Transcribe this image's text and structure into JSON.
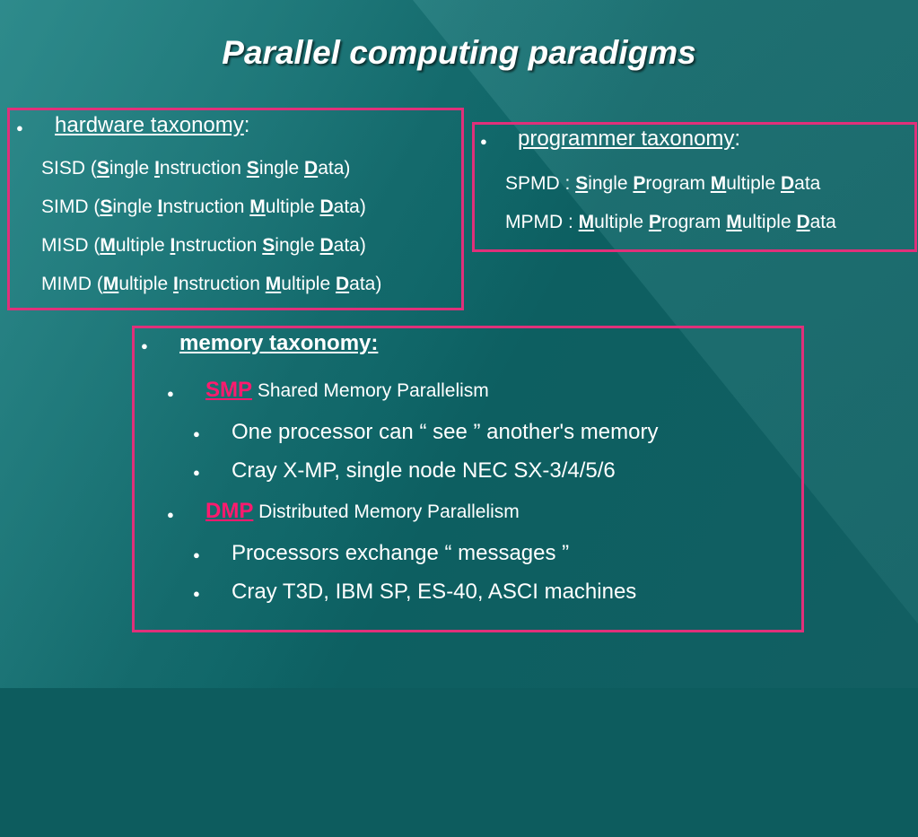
{
  "title": "Parallel computing paradigms",
  "hardware": {
    "heading": "hardware taxonomy",
    "colon": ":",
    "rows": [
      {
        "pre": "SISD (",
        "parts": [
          [
            "S",
            "ingle "
          ],
          [
            "I",
            "nstruction "
          ],
          [
            "S",
            "ingle "
          ],
          [
            "D",
            "ata)"
          ]
        ]
      },
      {
        "pre": "SIMD (",
        "parts": [
          [
            "S",
            "ingle "
          ],
          [
            "I",
            "nstruction "
          ],
          [
            "M",
            "ultiple "
          ],
          [
            "D",
            "ata)"
          ]
        ]
      },
      {
        "pre": "MISD (",
        "parts": [
          [
            "M",
            "ultiple "
          ],
          [
            "I",
            "nstruction "
          ],
          [
            "S",
            "ingle "
          ],
          [
            "D",
            "ata)"
          ]
        ]
      },
      {
        "pre": "MIMD (",
        "parts": [
          [
            "M",
            "ultiple "
          ],
          [
            "I",
            "nstruction "
          ],
          [
            "M",
            "ultiple "
          ],
          [
            "D",
            "ata)"
          ]
        ]
      }
    ]
  },
  "programmer": {
    "heading": "programmer taxonomy",
    "colon": ":",
    "rows": [
      {
        "pre": "SPMD : ",
        "parts": [
          [
            "S",
            "ingle "
          ],
          [
            "P",
            "rogram "
          ],
          [
            "M",
            "ultiple "
          ],
          [
            "D",
            "ata"
          ]
        ]
      },
      {
        "pre": "MPMD : ",
        "parts": [
          [
            "M",
            "ultiple "
          ],
          [
            "P",
            "rogram "
          ],
          [
            "M",
            "ultiple "
          ],
          [
            "D",
            "ata"
          ]
        ]
      }
    ]
  },
  "memory": {
    "heading": "memory taxonomy:",
    "smp": {
      "acronym": "SMP",
      "desc": " Shared Memory Parallelism",
      "items": [
        "One processor can “ see ” another's memory",
        "Cray X-MP, single node NEC SX-3/4/5/6"
      ]
    },
    "dmp": {
      "acronym": "DMP",
      "desc": " Distributed Memory Parallelism",
      "items": [
        "Processors exchange “ messages ”",
        "Cray T3D, IBM SP, ES-40, ASCI machines"
      ]
    }
  },
  "bullet_char": "●",
  "colors": {
    "background": "#0d5c5e",
    "box_border": "#e0307a",
    "acronym": "#ff1a6e",
    "text": "#ffffff"
  }
}
